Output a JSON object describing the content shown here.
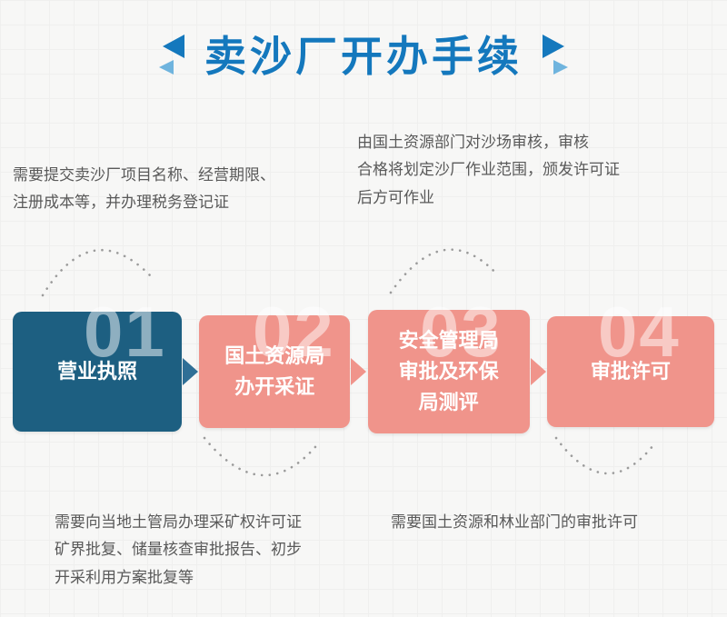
{
  "title": "卖沙厂开办手续",
  "notes": {
    "top_left": "需要提交卖沙厂项目名称、经营期限、\n注册成本等，并办理税务登记证",
    "top_right": "由国土资源部门对沙场审核，审核\n合格将划定沙厂作业范围，颁发许可证\n后方可作业",
    "bottom_left": "需要向当地土管局办理采矿权许可证\n矿界批复、储量核查审批报告、初步\n开采利用方案批复等",
    "bottom_right": "需要国土资源和林业部门的审批许可"
  },
  "steps": [
    {
      "number": "01",
      "label": "营业执照"
    },
    {
      "number": "02",
      "label": "国土资源局\n办开采证"
    },
    {
      "number": "03",
      "label": "安全管理局\n审批及环保\n局测评"
    },
    {
      "number": "04",
      "label": "审批许可"
    }
  ],
  "colors": {
    "title_blue": "#1478bd",
    "title_deco_light_blue": "#6fb4de",
    "step1_box": "#1d5f81",
    "step_box_salmon": "#f0948b",
    "arrow_blue": "#2f6f96",
    "note_text": "#595959",
    "number_overlay": "rgba(255,255,255,0.5)",
    "background": "#f7f7f6"
  }
}
